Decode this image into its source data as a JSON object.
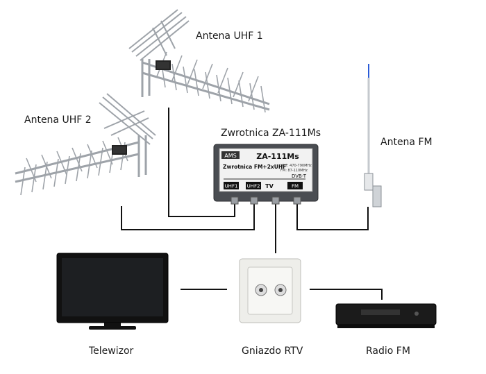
{
  "labels": {
    "uhf1": "Antena UHF 1",
    "uhf2": "Antena UHF 2",
    "splitter": "Zwrotnica ZA-111Ms",
    "fm_antenna": "Antena FM",
    "tv": "Telewizor",
    "socket": "Gniazdo RTV",
    "radio": "Radio FM"
  },
  "device": {
    "brand": "AMS",
    "model": "ZA-111Ms",
    "subtitle": "Zwrotnica FM+2xUHF",
    "spec_uhf": "UHF: 470-790MHz",
    "spec_fm": "FM: 87-110MHz",
    "dvbt": "DVB-T",
    "port_uhf1": "UHF1",
    "port_uhf2": "UHF2",
    "port_tv": "TV",
    "port_fm": "FM"
  },
  "colors": {
    "line": "#111111",
    "device_body": "#4a4d52",
    "panel": "#f2f2f2",
    "metal": "#b8bcc2"
  }
}
